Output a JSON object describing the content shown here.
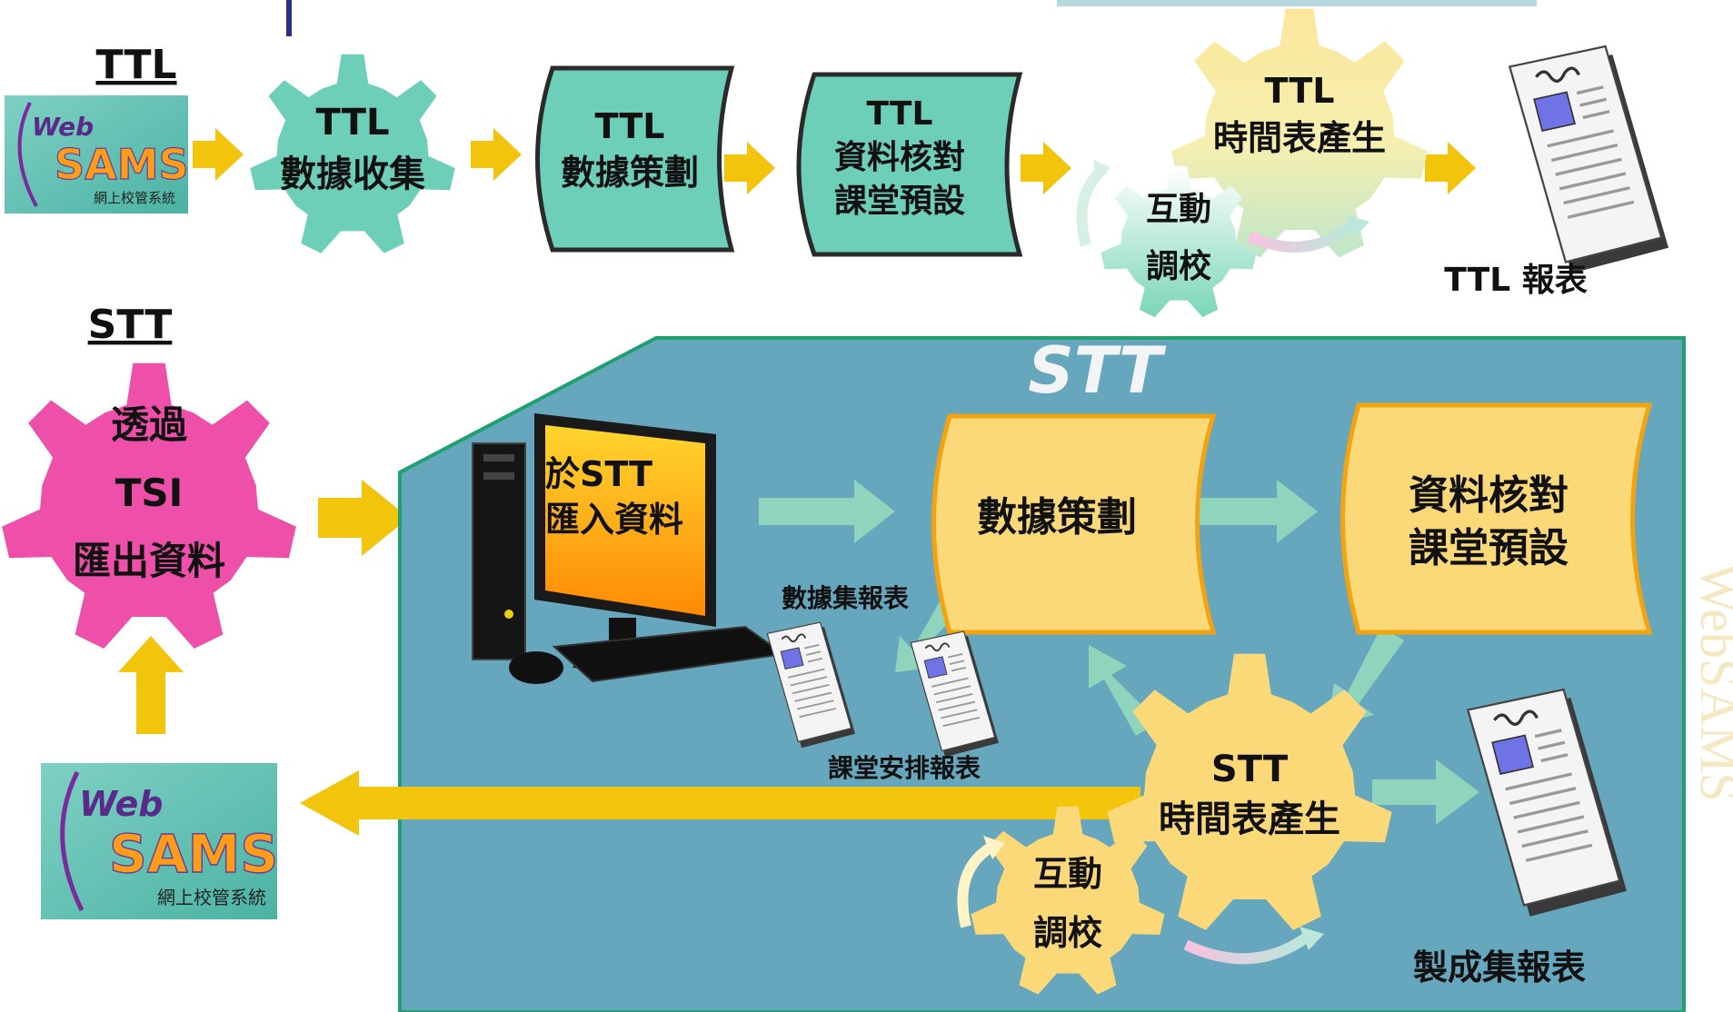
{
  "ttl": {
    "section_label": "TTL",
    "websams_logo": {
      "web": "Web",
      "sams": "SAMS",
      "subtitle": "網上校管系統"
    },
    "steps": [
      {
        "line1": "TTL",
        "line2": "數據收集"
      },
      {
        "line1": "TTL",
        "line2": "數據策劃"
      },
      {
        "line1": "TTL",
        "line2": "資料核對",
        "line3": "課堂預設"
      },
      {
        "line1": "TTL",
        "line2": "時間表產生"
      }
    ],
    "adjust": {
      "line1": "互動",
      "line2": "調校"
    },
    "report": "TTL 報表"
  },
  "stt": {
    "section_label": "STT",
    "export_gear": {
      "line1": "透過",
      "line2": "TSI",
      "line3": "匯出資料"
    },
    "websams_logo": {
      "web": "Web",
      "sams": "SAMS",
      "subtitle": "網上校管系統"
    },
    "panel_title": "STT",
    "import": {
      "line1": "於STT",
      "line2": "匯入資料"
    },
    "planning": "數據策劃",
    "verify": {
      "line1": "資料核對",
      "line2": "課堂預設"
    },
    "dataset_report": "數據集報表",
    "lesson_report": "課堂安排報表",
    "generate": {
      "line1": "STT",
      "line2": "時間表產生"
    },
    "adjust": {
      "line1": "互動",
      "line2": "調校"
    },
    "final_report": "製成集報表"
  },
  "watermark": "WebSAMS",
  "colors": {
    "teal": "#6dcfb8",
    "panel": "#67a7bd",
    "pink": "#ee4fa9",
    "yellow_gear": "#fbe27c",
    "yellow_arrow": "#f2c40c",
    "mint_arrow": "#8fd4bd"
  }
}
